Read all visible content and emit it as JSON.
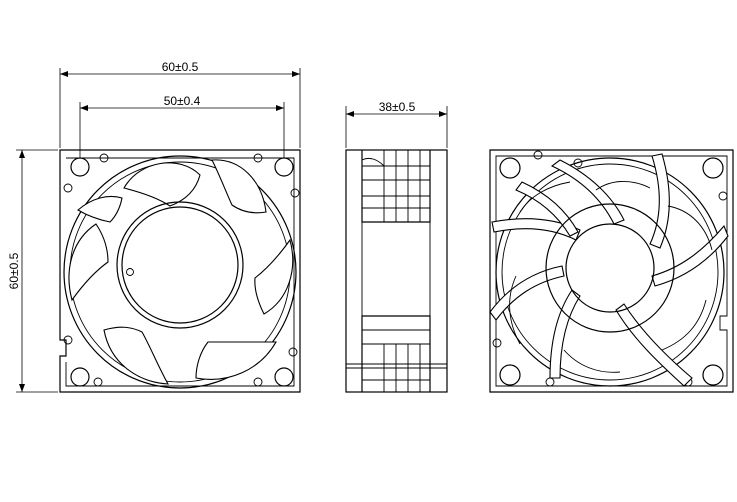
{
  "dimensions": {
    "front_width_outer": "60±0.5",
    "front_width_holes": "50±0.4",
    "front_height": "60±0.5",
    "side_depth": "38±0.5"
  },
  "views": [
    {
      "id": "front",
      "name": "front-view"
    },
    {
      "id": "side",
      "name": "side-view"
    },
    {
      "id": "back",
      "name": "back-view"
    }
  ]
}
